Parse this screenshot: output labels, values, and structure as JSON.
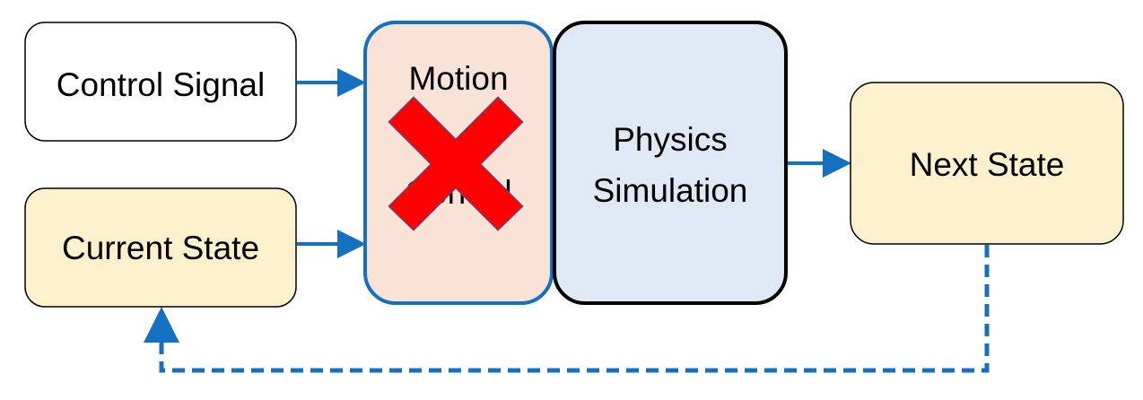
{
  "nodes": {
    "control_signal": {
      "label": "Control Signal",
      "fill": "#ffffff",
      "stroke": "#000000"
    },
    "current_state": {
      "label": "Current State",
      "fill": "#fdf0cc",
      "stroke": "#000000"
    },
    "motion_control": {
      "label_line1": "Motion",
      "label_line2": "Control",
      "fill": "#f9e3d6",
      "stroke": "#1570bf",
      "crossed_out": true
    },
    "physics_simulation": {
      "label_line1": "Physics",
      "label_line2": "Simulation",
      "fill": "#dee9f5",
      "stroke": "#000000"
    },
    "next_state": {
      "label": "Next State",
      "fill": "#fdf0cc",
      "stroke": "#000000"
    }
  },
  "colors": {
    "arrow": "#1570bf",
    "cross": "#ff0000",
    "cross_outline": "#3b5aa0"
  }
}
